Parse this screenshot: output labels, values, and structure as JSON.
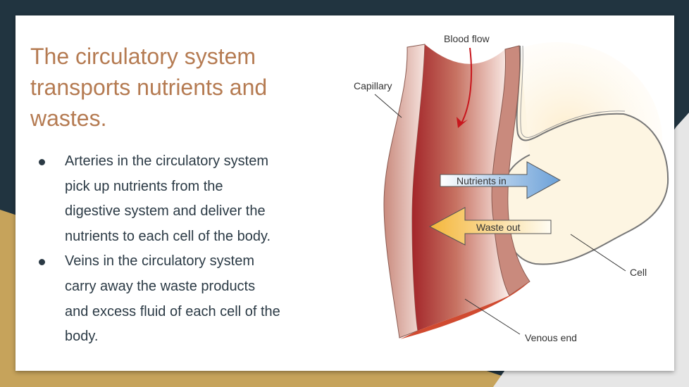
{
  "slide": {
    "title_lines": [
      "The circulatory system",
      "transports nutrients and",
      "wastes."
    ],
    "bullets": [
      {
        "lines": [
          "Arteries in the circulatory system",
          "pick up nutrients from the",
          "digestive system and deliver the",
          "nutrients to each cell of the body."
        ]
      },
      {
        "lines": [
          "Veins in the circulatory system",
          "carry away the waste products",
          "and excess fluid of each cell of the",
          "body."
        ]
      }
    ]
  },
  "diagram": {
    "labels": {
      "blood_flow": "Blood flow",
      "capillary": "Capillary",
      "nutrients_in": "Nutrients in",
      "waste_out": "Waste out",
      "cell": "Cell",
      "venous_end": "Venous end"
    }
  },
  "colors": {
    "background_dark": "#213440",
    "background_gold": "#c6a35b",
    "title": "#b57b52",
    "body_text": "#2b3a45"
  }
}
